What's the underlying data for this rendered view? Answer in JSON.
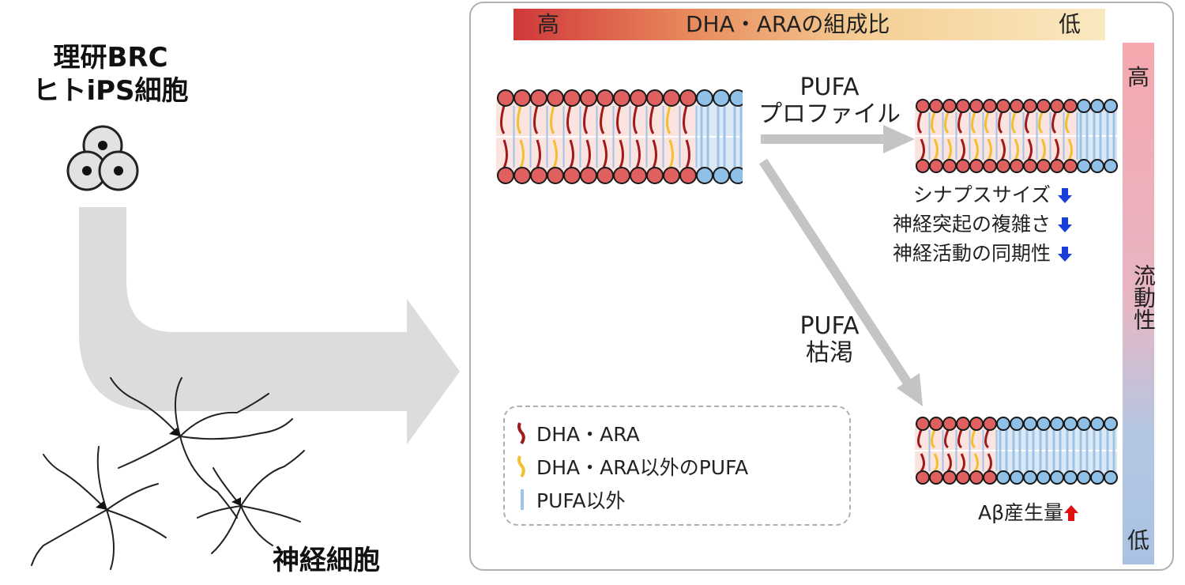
{
  "source": {
    "title_line1": "理研BRC",
    "title_line2": "ヒトiPS細胞"
  },
  "neuron_label": "神経細胞",
  "composition_bar": {
    "high": "高",
    "title": "DHA・ARAの組成比",
    "low": "低"
  },
  "fluidity_bar": {
    "high": "高",
    "title": "流動性",
    "low": "低"
  },
  "path_profile": {
    "line1": "PUFA",
    "line2": "プロファイル"
  },
  "path_depletion": {
    "line1": "PUFA",
    "line2": "枯渇"
  },
  "effects_profile": [
    {
      "text": "シナプスサイズ",
      "arrow": "down"
    },
    {
      "text": "神経突起の複雑さ",
      "arrow": "down"
    },
    {
      "text": "神経活動の同期性",
      "arrow": "down"
    }
  ],
  "effects_depletion": [
    {
      "text": "Aβ産生量",
      "arrow": "up"
    }
  ],
  "legend": [
    {
      "text": "DHA・ARA",
      "color": "#a01a1a"
    },
    {
      "text": "DHA・ARA以外のPUFA",
      "color": "#f0c030"
    },
    {
      "text": "PUFA以外",
      "color": "#9ec3e6"
    }
  ],
  "colors": {
    "head_red": "#e06060",
    "head_blue": "#8fc1e8",
    "down_arrow": "#1a3fd8",
    "up_arrow": "#e01010",
    "flow_arrow": "#c4c4c4"
  }
}
